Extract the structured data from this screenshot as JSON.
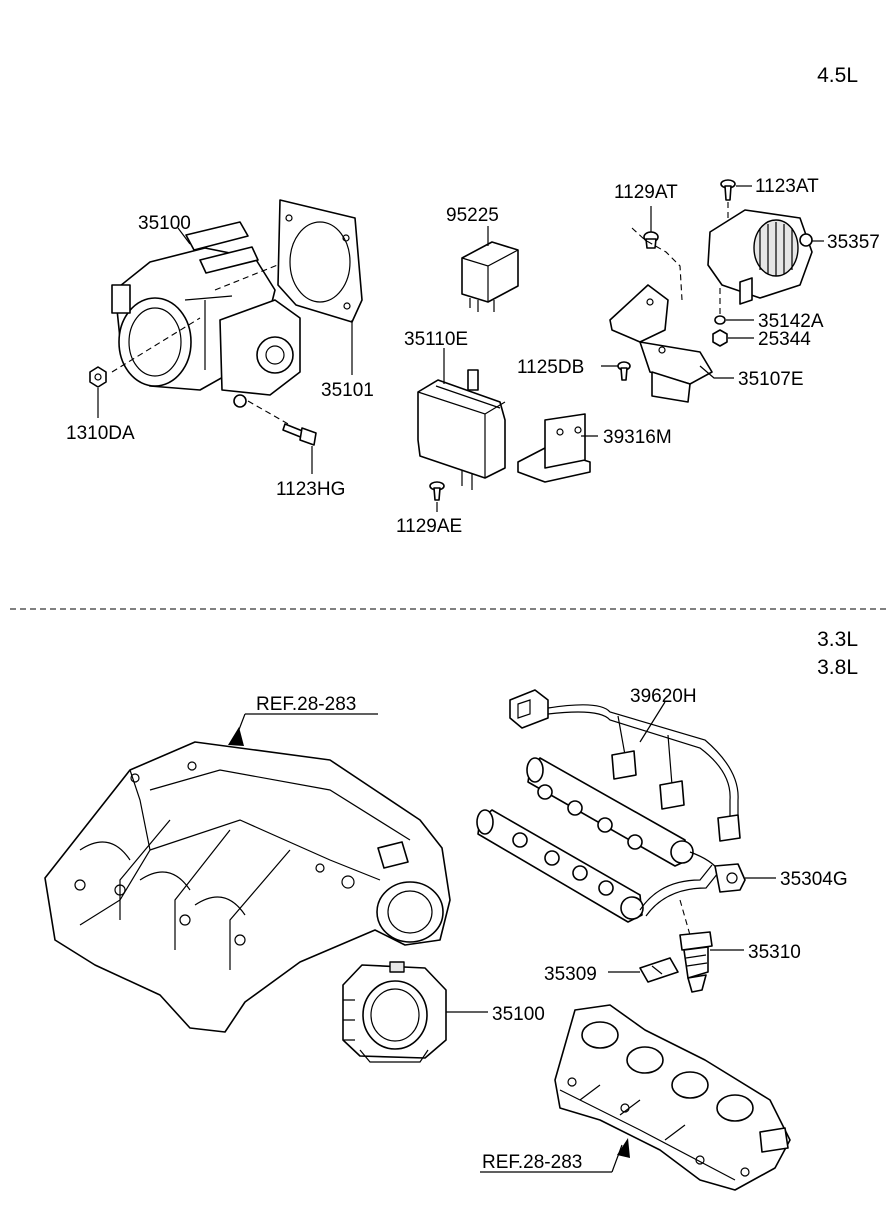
{
  "engine_labels": {
    "top": "4.5L",
    "bottom_line1": "3.3L",
    "bottom_line2": "3.8L"
  },
  "parts_upper": {
    "throttle_body": "35100",
    "gasket": "35101",
    "nut": "1310DA",
    "bolt_throttle": "1123HG",
    "relay": "95225",
    "control_module": "35110E",
    "screw_module": "1129AE",
    "bracket_39316": "39316M",
    "bolt_1129at": "1129AT",
    "bolt_1123at": "1123AT",
    "actuator": "35357",
    "washer": "35142A",
    "nut_25344": "25344",
    "bolt_1125db": "1125DB",
    "bracket_35107": "35107E"
  },
  "parts_lower": {
    "ref_manifold_upper": "REF.28-283",
    "wiring_harness": "39620H",
    "fuel_connector": "35304G",
    "injector": "35310",
    "injector_clip": "35309",
    "throttle_body": "35100",
    "ref_manifold_lower": "REF.28-283"
  }
}
